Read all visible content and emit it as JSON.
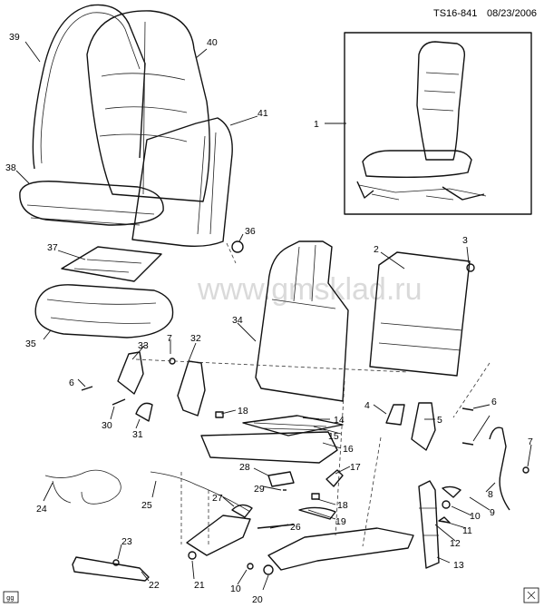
{
  "header": {
    "code": "TS16-841",
    "date": "08/23/2006"
  },
  "watermark": "www.gmsklad.ru",
  "corner_tag": "gg",
  "callouts": [
    {
      "id": "c1",
      "text": "1"
    },
    {
      "id": "c2",
      "text": "2"
    },
    {
      "id": "c3",
      "text": "3"
    },
    {
      "id": "c4",
      "text": "4"
    },
    {
      "id": "c5",
      "text": "5"
    },
    {
      "id": "c6a",
      "text": "6"
    },
    {
      "id": "c6b",
      "text": "6"
    },
    {
      "id": "c7a",
      "text": "7"
    },
    {
      "id": "c7b",
      "text": "7"
    },
    {
      "id": "c8",
      "text": "8"
    },
    {
      "id": "c9",
      "text": "9"
    },
    {
      "id": "c10a",
      "text": "10"
    },
    {
      "id": "c10b",
      "text": "10"
    },
    {
      "id": "c11",
      "text": "11"
    },
    {
      "id": "c12",
      "text": "12"
    },
    {
      "id": "c13",
      "text": "13"
    },
    {
      "id": "c14",
      "text": "14"
    },
    {
      "id": "c15",
      "text": "15"
    },
    {
      "id": "c16",
      "text": "16"
    },
    {
      "id": "c17",
      "text": "17"
    },
    {
      "id": "c18a",
      "text": "18"
    },
    {
      "id": "c18b",
      "text": "18"
    },
    {
      "id": "c19",
      "text": "19"
    },
    {
      "id": "c20",
      "text": "20"
    },
    {
      "id": "c21",
      "text": "21"
    },
    {
      "id": "c22",
      "text": "22"
    },
    {
      "id": "c23",
      "text": "23"
    },
    {
      "id": "c24",
      "text": "24"
    },
    {
      "id": "c25",
      "text": "25"
    },
    {
      "id": "c26",
      "text": "26"
    },
    {
      "id": "c27",
      "text": "27"
    },
    {
      "id": "c28",
      "text": "28"
    },
    {
      "id": "c29",
      "text": "29"
    },
    {
      "id": "c30",
      "text": "30"
    },
    {
      "id": "c31",
      "text": "31"
    },
    {
      "id": "c32",
      "text": "32"
    },
    {
      "id": "c33",
      "text": "33"
    },
    {
      "id": "c34",
      "text": "34"
    },
    {
      "id": "c35",
      "text": "35"
    },
    {
      "id": "c36",
      "text": "36"
    },
    {
      "id": "c37",
      "text": "37"
    },
    {
      "id": "c38",
      "text": "38"
    },
    {
      "id": "c39",
      "text": "39"
    },
    {
      "id": "c40",
      "text": "40"
    },
    {
      "id": "c41",
      "text": "41"
    }
  ]
}
